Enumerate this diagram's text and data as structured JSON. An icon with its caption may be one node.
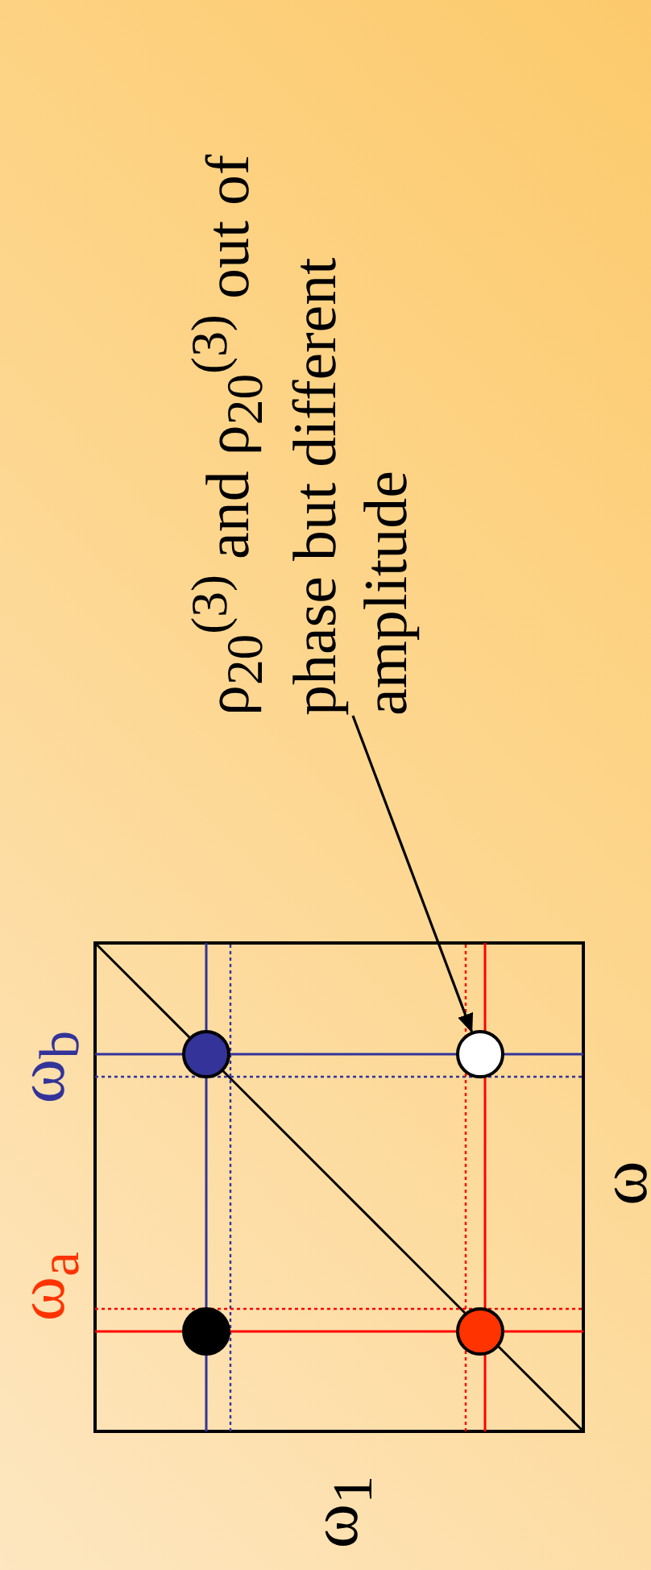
{
  "diagram": {
    "nodes": [
      {
        "text": [
          "ρ$_{20}$$^{(3)}$ and ρ$_{20}$$^{(3)}$ out of phase but different amplitude"
        ]
      },
      {
        "text": [],
        "shape": "circle"
      },
      {
        "text": [],
        "shape": "circle"
      },
      {
        "text": [],
        "shape": "circle"
      },
      {
        "text": [],
        "shape": "circle"
      }
    ],
    "edges": [
      {
        "from": 0,
        "to": 4,
        "arrow": "to"
      }
    ],
    "labels": [
      "ω$_{a}$",
      "ω$_{b}$",
      "ω$_{1}$",
      "ω"
    ]
  }
}
